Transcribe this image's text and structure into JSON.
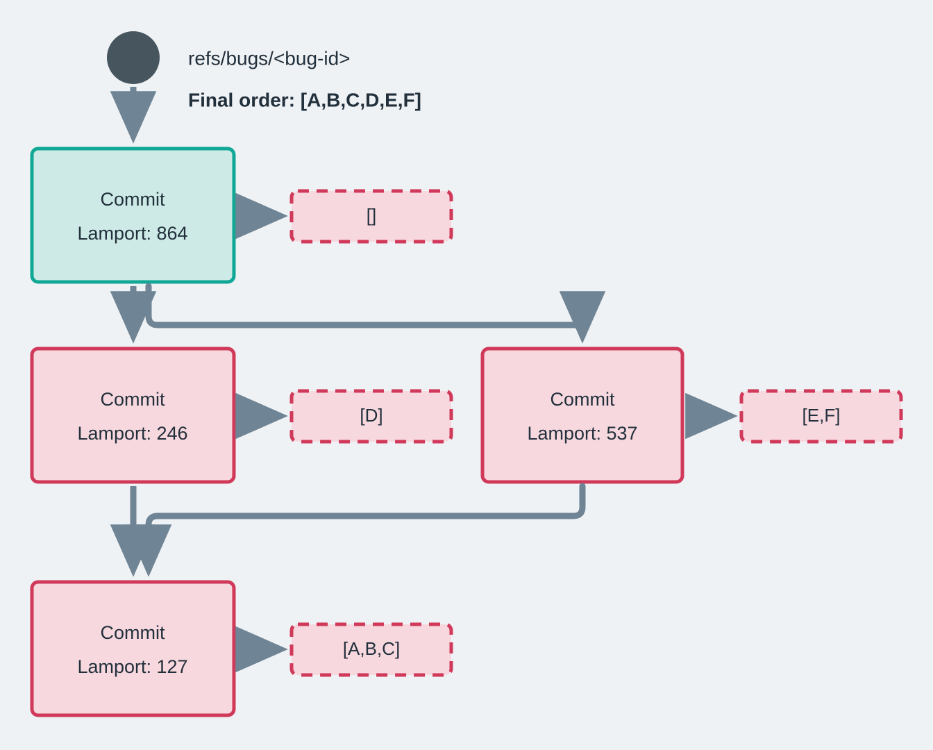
{
  "diagram": {
    "type": "flowchart",
    "background_color": "#eff2f5",
    "title_ref": "refs/bugs/<bug-id>",
    "final_order": "Final order: [A,B,C,D,E,F]",
    "colors": {
      "background": "#eff2f5",
      "start_node": "#47555f",
      "connector": "#6f8494",
      "teal_fill": "#cdeae6",
      "teal_stroke": "#11a896",
      "pink_fill": "#f7d8de",
      "pink_stroke": "#d0395a",
      "dashed_fill": "#f7d8de",
      "dashed_stroke": "#d0395a",
      "text": "#22303c"
    },
    "start_node": {
      "name": "start-node",
      "shape": "circle"
    },
    "commits": [
      {
        "id": "commit-864",
        "line1": "Commit",
        "line2": "Lamport: 864",
        "lamport": 864,
        "style": "teal",
        "bucket": {
          "id": "bucket-empty",
          "label": "[]",
          "items": []
        }
      },
      {
        "id": "commit-246",
        "line1": "Commit",
        "line2": "Lamport: 246",
        "lamport": 246,
        "style": "pink",
        "bucket": {
          "id": "bucket-d",
          "label": "[D]",
          "items": [
            "D"
          ]
        }
      },
      {
        "id": "commit-537",
        "line1": "Commit",
        "line2": "Lamport: 537",
        "lamport": 537,
        "style": "pink",
        "bucket": {
          "id": "bucket-ef",
          "label": "[E,F]",
          "items": [
            "E",
            "F"
          ]
        }
      },
      {
        "id": "commit-127",
        "line1": "Commit",
        "line2": "Lamport: 127",
        "lamport": 127,
        "style": "pink",
        "bucket": {
          "id": "bucket-abc",
          "label": "[A,B,C]",
          "items": [
            "A",
            "B",
            "C"
          ]
        }
      }
    ],
    "edges": [
      {
        "from": "start-node",
        "to": "commit-864",
        "kind": "straight-down"
      },
      {
        "from": "commit-864",
        "to": "commit-246",
        "kind": "straight-down"
      },
      {
        "from": "commit-864",
        "to": "commit-537",
        "kind": "elbow-right"
      },
      {
        "from": "commit-246",
        "to": "commit-127",
        "kind": "straight-down"
      },
      {
        "from": "commit-537",
        "to": "commit-127",
        "kind": "elbow-left"
      },
      {
        "from": "commit-864",
        "to": "bucket-empty",
        "kind": "short-right"
      },
      {
        "from": "commit-246",
        "to": "bucket-d",
        "kind": "short-right"
      },
      {
        "from": "commit-537",
        "to": "bucket-ef",
        "kind": "short-right"
      },
      {
        "from": "commit-127",
        "to": "bucket-abc",
        "kind": "short-right"
      }
    ]
  }
}
